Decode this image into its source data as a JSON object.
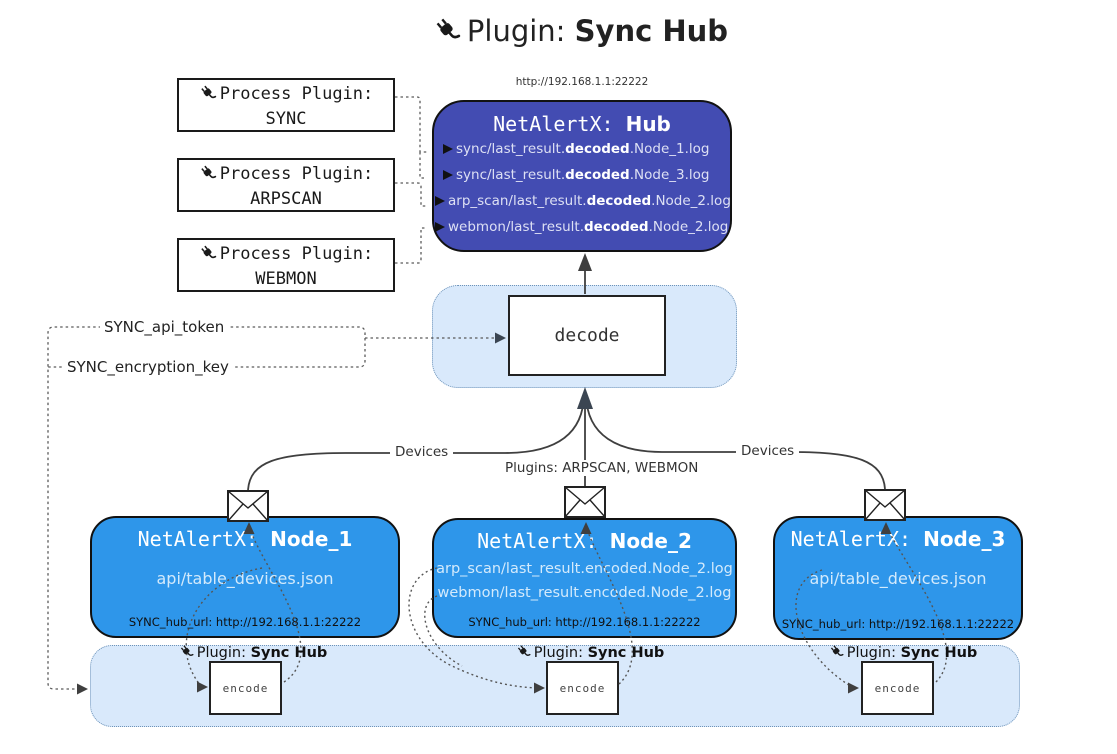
{
  "title": {
    "prefix": "Plugin: ",
    "bold": "Sync Hub"
  },
  "hub": {
    "url": "http://192.168.1.1:22222",
    "title_prefix": "NetAlertX: ",
    "title_bold": "Hub",
    "logs": [
      {
        "prefix": "sync/last_result.",
        "bold": "decoded",
        "suffix": ".Node_1.log"
      },
      {
        "prefix": "sync/last_result.",
        "bold": "decoded",
        "suffix": ".Node_3.log"
      },
      {
        "prefix": "arp_scan/last_result.",
        "bold": "decoded",
        "suffix": ".Node_2.log"
      },
      {
        "prefix": "webmon/last_result.",
        "bold": "decoded",
        "suffix": ".Node_2.log"
      }
    ]
  },
  "process_plugins": [
    {
      "label": "Process Plugin:",
      "name": "SYNC"
    },
    {
      "label": "Process Plugin:",
      "name": "ARPSCAN"
    },
    {
      "label": "Process Plugin:",
      "name": "WEBMON"
    }
  ],
  "decode": {
    "label": "decode"
  },
  "settings": {
    "api_token": "SYNC_api_token",
    "encryption_key": "SYNC_encryption_key"
  },
  "edges": {
    "devices_left": "Devices",
    "plugins_center": "Plugins: ARPSCAN, WEBMON",
    "devices_right": "Devices"
  },
  "nodes": [
    {
      "title_prefix": "NetAlertX: ",
      "title_bold": "Node_1",
      "files": [
        "api/table_devices.json"
      ],
      "hub_url": "SYNC_hub_url: http://192.168.1.1:22222"
    },
    {
      "title_prefix": "NetAlertX: ",
      "title_bold": "Node_2",
      "files": [
        "arp_scan/last_result.encoded.Node_2.log",
        "webmon/last_result.encoded.Node_2.log"
      ],
      "hub_url": "SYNC_hub_url: http://192.168.1.1:22222"
    },
    {
      "title_prefix": "NetAlertX: ",
      "title_bold": "Node_3",
      "files": [
        "api/table_devices.json"
      ],
      "hub_url": "SYNC_hub_url: http://192.168.1.1:22222"
    }
  ],
  "encode": {
    "label": "encode",
    "plugin_prefix": "Plugin: ",
    "plugin_bold": "Sync Hub"
  },
  "colors": {
    "hub_fill": "#434CB2",
    "node_fill": "#2E96EA",
    "container_fill": "#D9E9FB",
    "hub_log_text": "#DDE0F4",
    "node_subtext": "#D3EAFC"
  }
}
